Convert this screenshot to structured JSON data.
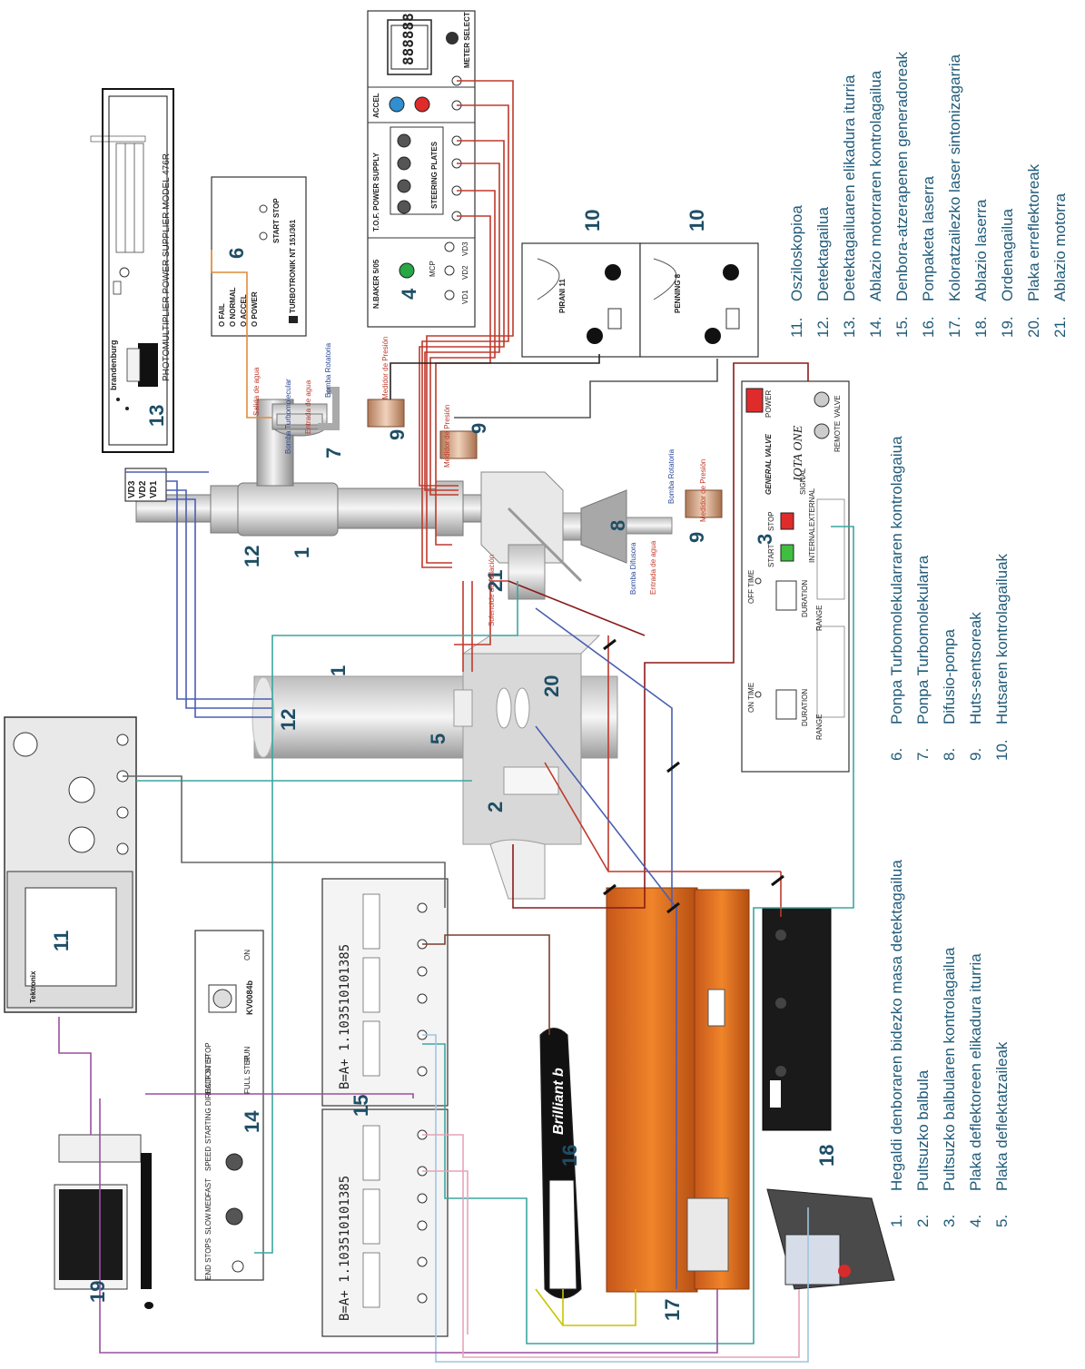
{
  "legend": {
    "col1": [
      {
        "n": "1.",
        "text": "Hegaldi denboraren bidezko masa detektagailua"
      },
      {
        "n": "2.",
        "text": "Pultsuzko balbula"
      },
      {
        "n": "3.",
        "text": "Pultsuzko balbularen kontrolagailua"
      },
      {
        "n": "4.",
        "text": "Plaka deflektoreen elikadura iturria"
      },
      {
        "n": "5.",
        "text": "Plaka deflektatzaileak"
      }
    ],
    "col2": [
      {
        "n": "6.",
        "text": "Ponpa Turbomolekularraren kontrolagaiua"
      },
      {
        "n": "7.",
        "text": "Ponpa Turbomolekularra"
      },
      {
        "n": "8.",
        "text": "Difusio-ponpa"
      },
      {
        "n": "9.",
        "text": "Huts-sentsoreak"
      },
      {
        "n": "10.",
        "text": "Hutsaren kontrolagailuak"
      }
    ],
    "col3": [
      {
        "n": "11.",
        "text": "Osziloskopioa"
      },
      {
        "n": "12.",
        "text": "Detektagailua"
      },
      {
        "n": "13.",
        "text": "Detektagailuaren elikadura iturria"
      },
      {
        "n": "14.",
        "text": "Ablazio motorraren kontrolagailua"
      },
      {
        "n": "15.",
        "text": "Denbora-atzerapenen generadoreak"
      },
      {
        "n": "16.",
        "text": "Ponpaketa laserra"
      },
      {
        "n": "17.",
        "text": "Koloratzailezko laser sintonizagarria"
      },
      {
        "n": "18.",
        "text": "Ablazio laserra"
      },
      {
        "n": "19.",
        "text": "Ordenagailua"
      },
      {
        "n": "20.",
        "text": "Plaka erreflektoreak"
      },
      {
        "n": "21.",
        "text": "Ablazio motorra"
      }
    ]
  },
  "numbers": {
    "n1a": "1",
    "n1b": "1",
    "n2": "2",
    "n3": "3",
    "n4": "4",
    "n5": "5",
    "n6": "6",
    "n7": "7",
    "n8": "8",
    "n9a": "9",
    "n9b": "9",
    "n9c": "9",
    "n10a": "10",
    "n10b": "10",
    "n11": "11",
    "n12a": "12",
    "n12b": "12",
    "n13": "13",
    "n14": "14",
    "n15": "15",
    "n16": "16",
    "n17": "17",
    "n18": "18",
    "n19": "19",
    "n20": "20",
    "n21": "21"
  },
  "labels": {
    "pm_title": "PHOTOMULTIPLIER POWER SUPPLIER MODEL 476R",
    "pm_brand": "brandenburg",
    "turbo_title": "TURBOTRONIK NT 151/361",
    "turbo_fail": "O FAIL",
    "turbo_normal": "O NORMAL",
    "turbo_accel": "O ACCEL",
    "turbo_power": "O POWER",
    "turbo_start": "START",
    "turbo_stop": "STOP",
    "nbaker": "N.BAKER 5/05",
    "mcp": "MCP",
    "vd1": "VD1",
    "vd2": "VD2",
    "vd3": "VD3",
    "tof": "T.O.F. POWER SUPPLY",
    "steering": "STEERING PLATES",
    "accel": "ACCEL",
    "meter_select": "METER SELECT",
    "meter_display": "888888",
    "pirani": "PIRANI 11",
    "penning": "PENNING 8",
    "iota": "IOTA ONE",
    "gv": "GENERAL VALVE",
    "power": "POWER",
    "valve": "VALVE",
    "remote": "REMOTE",
    "signal": "SIGNAL",
    "on_time": "ON TIME",
    "off_time": "OFF TIME",
    "duration": "DURATION",
    "range": "RANGE",
    "start_btn": "START",
    "stop_btn": "STOP",
    "internal": "INTERNAL",
    "external": "EXTERNAL",
    "dg_display": "B=A+  1.103510101385",
    "kv": "KV0084b",
    "speed": "SPEED",
    "slow": "SLOW",
    "med": "MED",
    "fast": "FAST",
    "end_stops": "END STOPS",
    "starting_direction": "STARTING DIRECTION",
    "half_step": "HALF STEP",
    "full_step": "FULL STEP",
    "stop_sw": "STOP",
    "run_sw": "RUN",
    "on_sw": "ON",
    "brilliant": "Brilliant b",
    "salida_agua": "Salida de agua",
    "entrada_agua1": "Entrada de agua",
    "entrada_agua2": "Entrada de agua",
    "bomba_rotatoria1": "Bomba Rotatoria",
    "bomba_rotatoria2": "Bomba Rotatoria",
    "bomba_turbo": "Bomba Turbomolecular",
    "bomba_difusora": "Bomba Difusora",
    "medidor1": "Medidor de Presión",
    "medidor2": "Medidor de Presión",
    "medidor3": "Medidor de Presión",
    "solenoide": "Solenoide de Ablación",
    "osc_brand": "Tektronix",
    "vd_box": [
      "VD3",
      "VD2",
      "VD1"
    ]
  },
  "colors": {
    "legend_text": "#1f5a78",
    "number": "#1f4e66",
    "laser_body": "#e8741e",
    "wire_red": "#c0392b",
    "wire_blue": "#4a5fb0",
    "wire_teal": "#3aa6a0",
    "wire_purple": "#9b4f9f",
    "wire_pink": "#e6a3b8",
    "wire_darkred": "#8b1a1a"
  }
}
